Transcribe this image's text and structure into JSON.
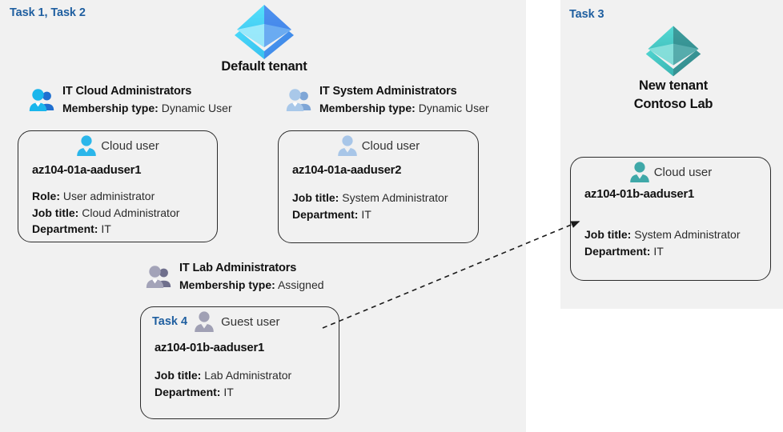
{
  "panels": {
    "left": {
      "task_label": "Task 1, Task 2",
      "bg": "#f1f1f1"
    },
    "right": {
      "task_label": "Task 3",
      "bg": "#f1f1f1"
    }
  },
  "colors": {
    "panel_background": "#f1f1f1",
    "page_background": "#ffffff",
    "task_accent": "#1f5fa0",
    "card_border": "#2b2b2b",
    "tenant_default_icon": "#3ec8f0",
    "tenant_new_icon": "#3fb0ad",
    "group_icon_blue": "#17a8e8",
    "group_icon_lightblue": "#a8c6e8",
    "group_icon_grey": "#9a9ab0",
    "user_icon_blue": "#2bb6ea",
    "user_icon_lightblue": "#a8c6e8",
    "user_icon_grey": "#a0a0b4",
    "user_icon_teal": "#3fa8a8"
  },
  "tenants": {
    "default": {
      "name": "Default tenant",
      "icon": "azure-ad-tenant-icon"
    },
    "new": {
      "line1": "New  tenant",
      "line2": "Contoso Lab",
      "icon": "azure-ad-tenant-icon"
    }
  },
  "groups": [
    {
      "id": "it-cloud-administrators",
      "title": "IT Cloud Administrators",
      "membership_label": "Membership type:",
      "membership_value": "Dynamic User",
      "icon": "group-users-icon"
    },
    {
      "id": "it-system-administrators",
      "title": "IT System Administrators",
      "membership_label": "Membership type:",
      "membership_value": "Dynamic User",
      "icon": "group-users-icon"
    },
    {
      "id": "it-lab-administrators",
      "title": "IT Lab Administrators",
      "membership_label": "Membership type:",
      "membership_value": "Assigned",
      "icon": "group-users-icon"
    }
  ],
  "cards": {
    "aaduser1": {
      "usertype": "Cloud user",
      "icon": "cloud-user-icon",
      "username": "az104-01a-aaduser1",
      "props": [
        {
          "label": "Role:",
          "value": "User administrator"
        },
        {
          "label": "Job title:",
          "value": "Cloud Administrator"
        },
        {
          "label": "Department:",
          "value": "IT"
        }
      ]
    },
    "aaduser2": {
      "usertype": "Cloud user",
      "icon": "cloud-user-icon",
      "username": "az104-01a-aaduser2",
      "props": [
        {
          "label": "Job title:",
          "value": "System Administrator"
        },
        {
          "label": "Department:",
          "value": "IT"
        }
      ]
    },
    "guest_aaduser": {
      "task_label": "Task 4",
      "usertype": "Guest user",
      "icon": "guest-user-icon",
      "username": "az104-01b-aaduser1",
      "props": [
        {
          "label": "Job title:",
          "value": "Lab Administrator"
        },
        {
          "label": "Department:",
          "value": "IT"
        }
      ]
    },
    "new_aaduser": {
      "usertype": "Cloud user",
      "icon": "cloud-user-icon",
      "username": "az104-01b-aaduser1",
      "props": [
        {
          "label": "Job title:",
          "value": "System Administrator"
        },
        {
          "label": "Department:",
          "value": "IT"
        }
      ]
    }
  },
  "connector": {
    "name": "guest-user-to-new-tenant-arrow",
    "style": "dashed",
    "from": "guest-user-card",
    "to": "new-tenant-cloud-user-card"
  }
}
